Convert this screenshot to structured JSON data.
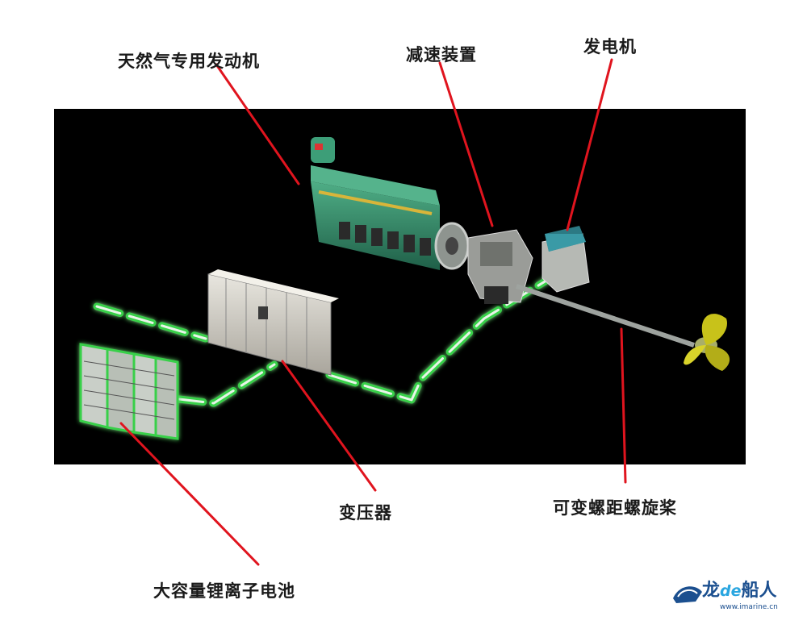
{
  "labels": {
    "engine": "天然气专用发动机",
    "gearbox": "减速装置",
    "generator": "发电机",
    "transformer": "变压器",
    "propeller": "可变螺距螺旋桨",
    "battery": "大容量锂离子电池"
  },
  "logo": {
    "brand_main": "龙",
    "brand_de": "de",
    "brand_tail": "船人",
    "url": "www.imarine.cn"
  },
  "colors": {
    "pointer_line": "#e0141e",
    "panel_background": "#000000",
    "cable_glow": "#39d04a",
    "engine_body": "#2f8a6a",
    "propeller": "#c8c21a"
  }
}
